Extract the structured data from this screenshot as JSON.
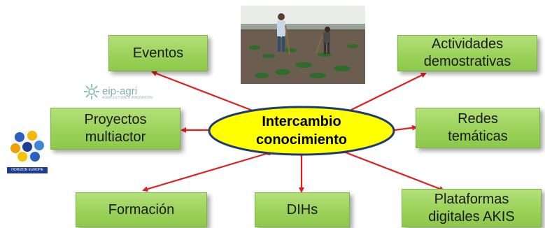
{
  "center": {
    "label": "Intercambio\nconocimiento"
  },
  "nodes": {
    "eventos": "Eventos",
    "actividades": "Actividades\ndemostrativas",
    "proyectos": "Proyectos\nmultiactor",
    "redes": "Redes\ntemáticas",
    "formacion": "Formación",
    "dihs": "DIHs",
    "plataformas": "Plataformas\ndigitales AKIS"
  },
  "logos": {
    "eip_name": "eip-agri",
    "eip_sub": "AGRICULTURE & INNOVATION",
    "horizon_caption": "HORIZON EUROPE"
  },
  "colors": {
    "box_fill": "#9bd25a",
    "center_fill": "#ffff00",
    "center_stroke": "#1f3a7a",
    "arrow": "#e02020"
  },
  "images": {
    "photo": "farm-workers-hoeing-crop-field",
    "eip_logo": "eip-agri-logo",
    "horizon_logo": "horizon-europe-logo"
  }
}
